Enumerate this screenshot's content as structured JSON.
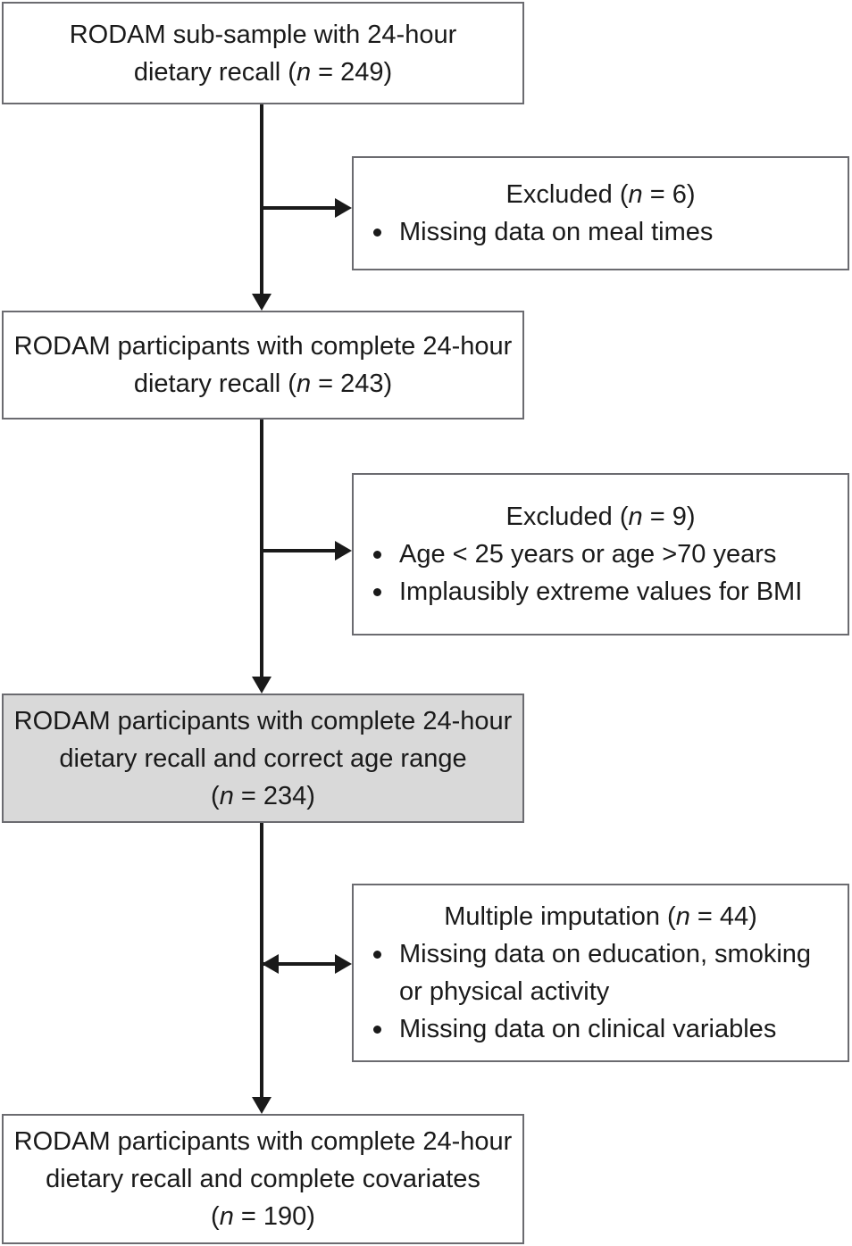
{
  "figure": {
    "type": "flowchart",
    "orientation": "vertical",
    "colors": {
      "box_border": "#6b6b70",
      "box_fill": "#ffffff",
      "highlight_fill": "#d9d9d9",
      "connector": "#1a1a1a",
      "text": "#1a1a1a"
    }
  },
  "nodes": {
    "source_sample": {
      "line1": "RODAM sub-sample with 24-hour",
      "line2_pre": "dietary recall (",
      "line2_italic": "n",
      "line2_post": " = 249)"
    },
    "excluded_meal_times": {
      "heading_pre": "Excluded (",
      "heading_italic": "n",
      "heading_post": " = 6)",
      "bullets": [
        "Missing data on meal times"
      ]
    },
    "complete_recall": {
      "line1": "RODAM participants with complete 24-hour",
      "line2_pre": "dietary recall (",
      "line2_italic": "n",
      "line2_post": " = 243)"
    },
    "excluded_age_bmi": {
      "heading_pre": "Excluded (",
      "heading_italic": "n",
      "heading_post": " = 9)",
      "bullets": [
        "Age < 25 years or age >70 years",
        "Implausibly extreme values for BMI"
      ]
    },
    "correct_age_range": {
      "line1": "RODAM participants with complete 24-hour",
      "line2": "dietary recall and correct age range",
      "line3_pre": "(",
      "line3_italic": "n",
      "line3_post": " = 234)"
    },
    "multiple_imputation": {
      "heading_pre": "Multiple imputation (",
      "heading_italic": "n",
      "heading_post": " = 44)",
      "bullets": [
        "Missing data on education, smoking or physical activity",
        "Missing data on clinical variables"
      ]
    },
    "final_sample": {
      "line1": "RODAM participants with complete 24-hour",
      "line2": "dietary recall and complete covariates",
      "line3_pre": "(",
      "line3_italic": "n",
      "line3_post": " = 190)"
    }
  }
}
